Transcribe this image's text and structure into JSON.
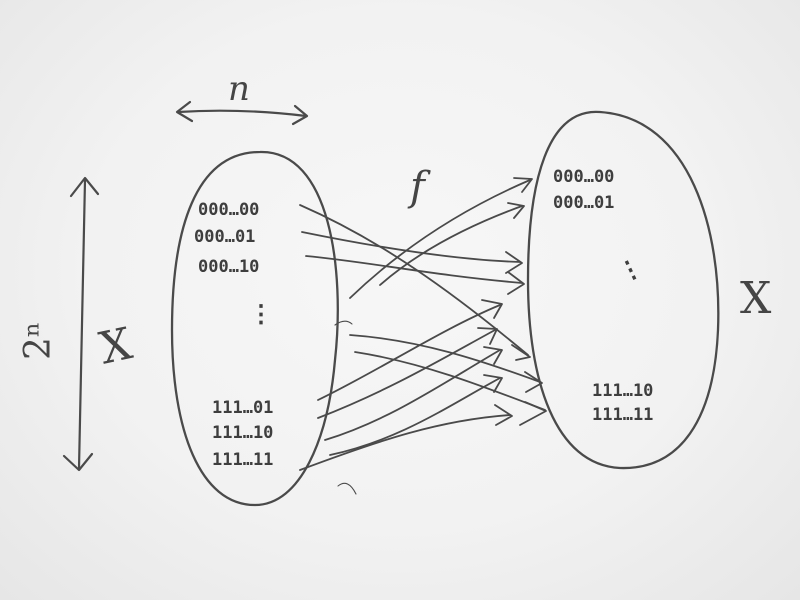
{
  "labels": {
    "width_label": "n",
    "height_label": "2ⁿ",
    "left_set": "X",
    "right_set": "X",
    "function": "f",
    "dots": "⋮"
  },
  "left_set": {
    "top_strings": [
      "000…00",
      "000…01",
      "000…10"
    ],
    "bottom_strings": [
      "111…01",
      "111…10",
      "111…11"
    ]
  },
  "right_set": {
    "top_strings": [
      "000…00",
      "000…01"
    ],
    "bottom_strings": [
      "111…10",
      "111…11"
    ]
  },
  "colors": {
    "pencil": "#4a4a4a",
    "paper": "#f4f4f4"
  }
}
